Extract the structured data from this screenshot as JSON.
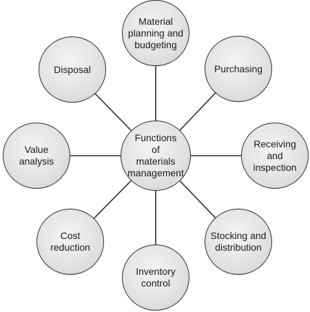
{
  "center": {
    "label": "Functions\nof\nmaterials\nmanagement"
  },
  "functions": [
    {
      "label": "Material\nplanning and\nbudgeting"
    },
    {
      "label": "Purchasing"
    },
    {
      "label": "Receiving\nand\ninspection"
    },
    {
      "label": "Stocking and\ndistribution"
    },
    {
      "label": "Inventory\ncontrol"
    },
    {
      "label": "Cost\nreduction"
    },
    {
      "label": "Value\nanalysis"
    },
    {
      "label": "Disposal"
    }
  ]
}
